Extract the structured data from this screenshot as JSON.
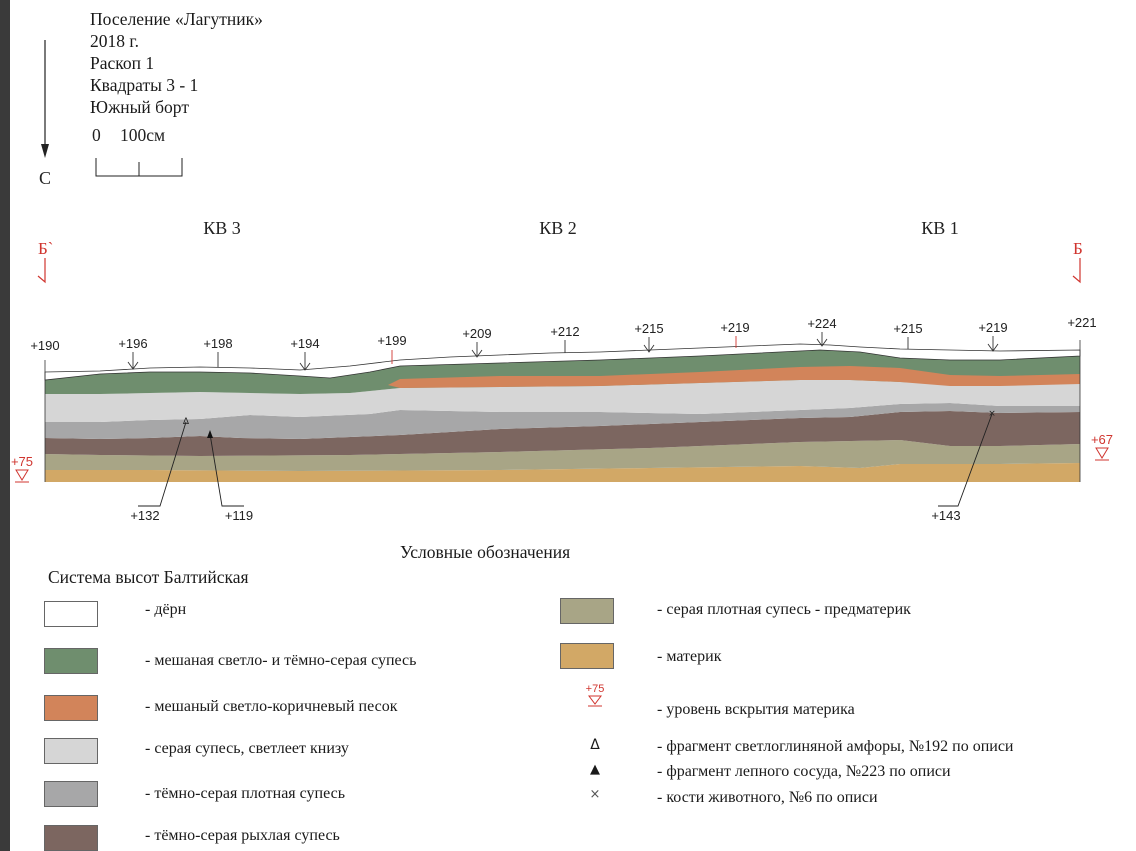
{
  "header": {
    "title": "Поселение «Лагутник»",
    "year": "2018 г.",
    "excavation": "Раскоп 1",
    "squares": "Квадраты 3 - 1",
    "side": "Южный борт",
    "scale_start": "0",
    "scale_end": "100см",
    "north_label": "С"
  },
  "profile": {
    "squares": [
      "КВ 3",
      "КВ 2",
      "КВ 1"
    ],
    "left_marker": "Б`",
    "right_marker": "Б",
    "surface_marks": [
      "+190",
      "+196",
      "+198",
      "+194",
      "+199",
      "+209",
      "+212",
      "+215",
      "+219",
      "+224",
      "+215",
      "+219",
      "+221"
    ],
    "depth_marks": [
      "+132",
      "+119",
      "+143"
    ],
    "bedrock_left": "+75",
    "bedrock_right": "+67"
  },
  "legend": {
    "title": "Условные обозначения",
    "height_system": "Система высот Балтийская",
    "layers": [
      {
        "label": "- дёрн",
        "color": "#ffffff"
      },
      {
        "label": "- мешаная светло- и тёмно-серая супесь",
        "color": "#6f8e6e"
      },
      {
        "label": "- мешаный светло-коричневый песок",
        "color": "#d2845a"
      },
      {
        "label": "- серая супесь, светлеет книзу",
        "color": "#d6d6d6"
      },
      {
        "label": "- тёмно-серая плотная супесь",
        "color": "#a7a7a8"
      },
      {
        "label": "- тёмно-серая рыхлая супесь",
        "color": "#7c6660"
      },
      {
        "label": "- серая плотная супесь - предматерик",
        "color": "#a8a586"
      },
      {
        "label": "- материк",
        "color": "#d2a866"
      }
    ],
    "symbols": [
      {
        "glyph": "+75",
        "label": "- уровень вскрытия материка",
        "color": "#d0352f"
      },
      {
        "glyph": "Δ",
        "label": "- фрагмент светлоглиняной амфоры, №192 по описи"
      },
      {
        "glyph": "▲",
        "label": "- фрагмент лепного сосуда, №223 по описи"
      },
      {
        "glyph": "×",
        "label": "- кости животного, №6 по описи"
      }
    ]
  }
}
